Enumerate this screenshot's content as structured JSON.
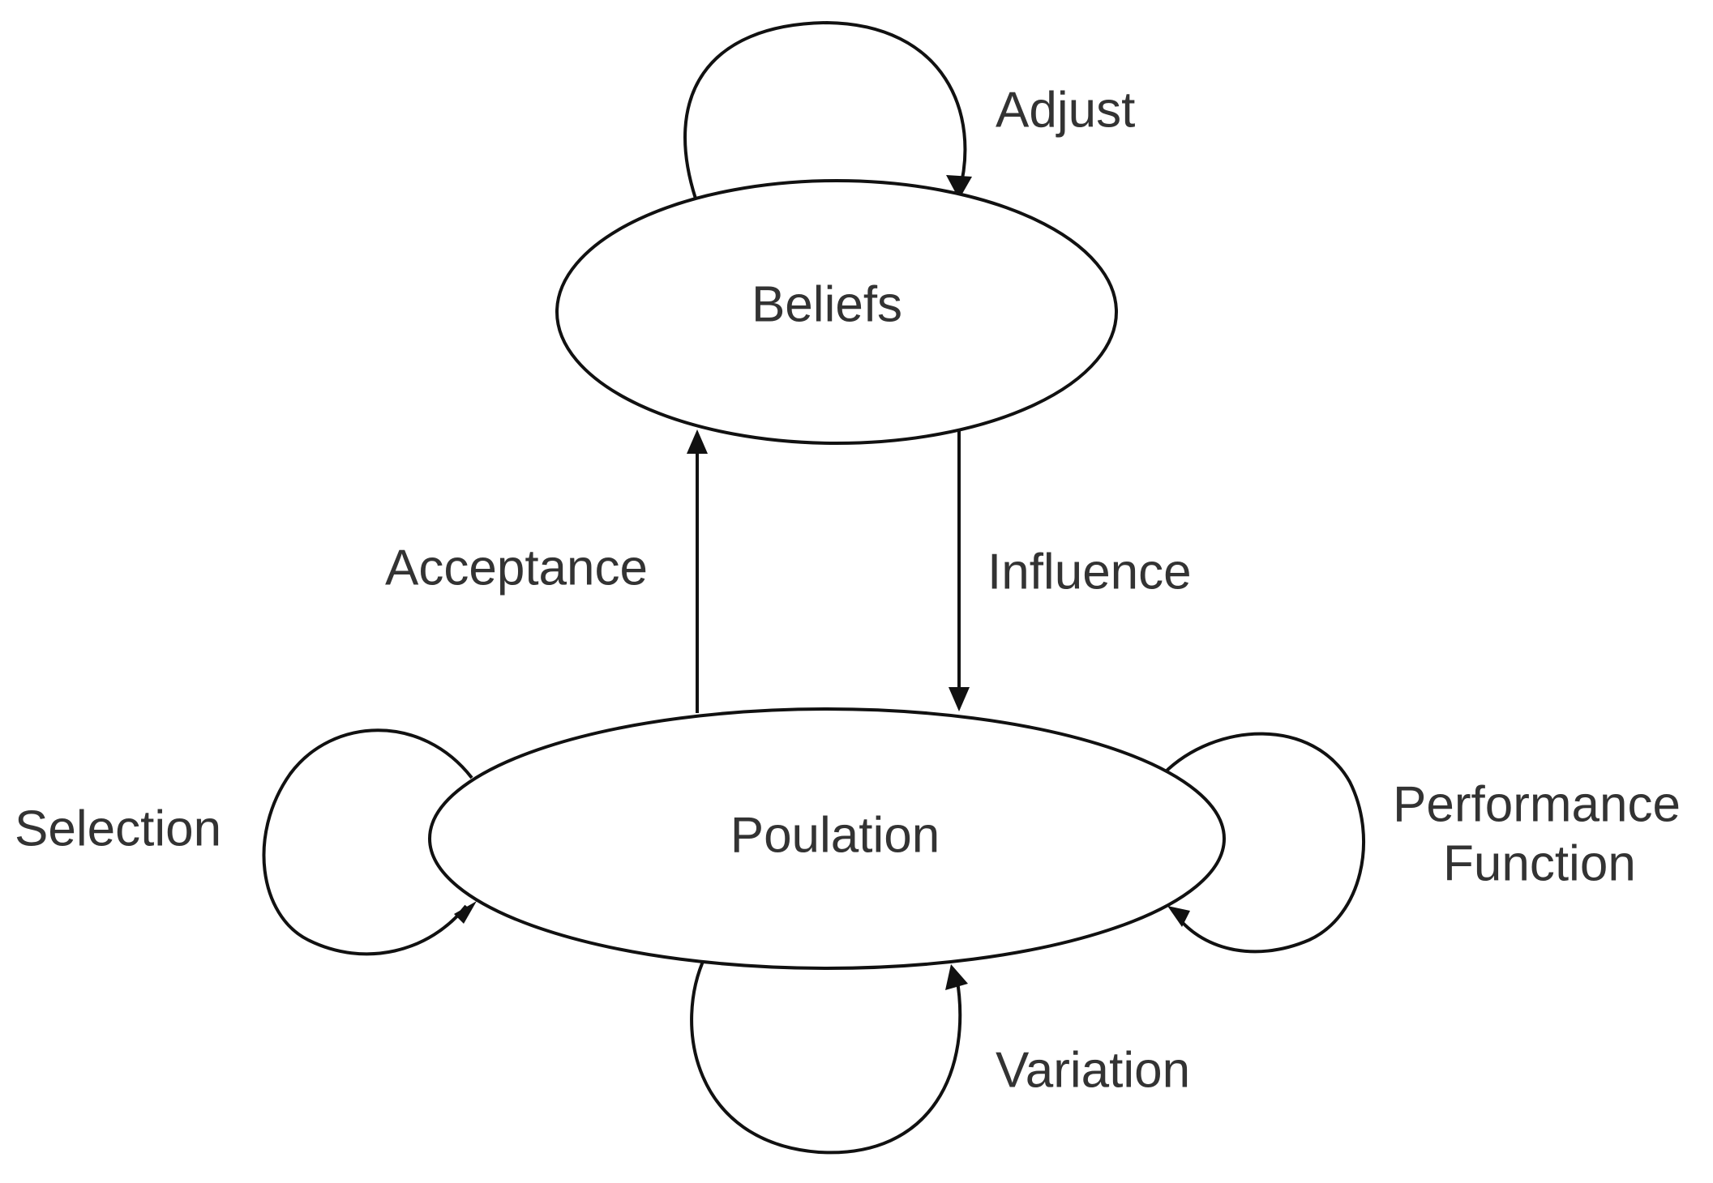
{
  "nodes": {
    "beliefs": {
      "label": "Beliefs"
    },
    "population": {
      "label": "Poulation"
    }
  },
  "edges": {
    "adjust": {
      "label": "Adjust",
      "from": "Beliefs",
      "to": "Beliefs"
    },
    "acceptance": {
      "label": "Acceptance",
      "from": "Poulation",
      "to": "Beliefs"
    },
    "influence": {
      "label": "Influence",
      "from": "Beliefs",
      "to": "Poulation"
    },
    "selection": {
      "label": "Selection",
      "from": "Poulation",
      "to": "Poulation"
    },
    "performance_function": {
      "label_line1": "Performance",
      "label_line2": "Function",
      "from": "Poulation",
      "to": "Poulation"
    },
    "variation": {
      "label": "Variation",
      "from": "Poulation",
      "to": "Poulation"
    }
  },
  "colors": {
    "stroke": "#111111",
    "text": "#333333",
    "background": "#ffffff"
  }
}
